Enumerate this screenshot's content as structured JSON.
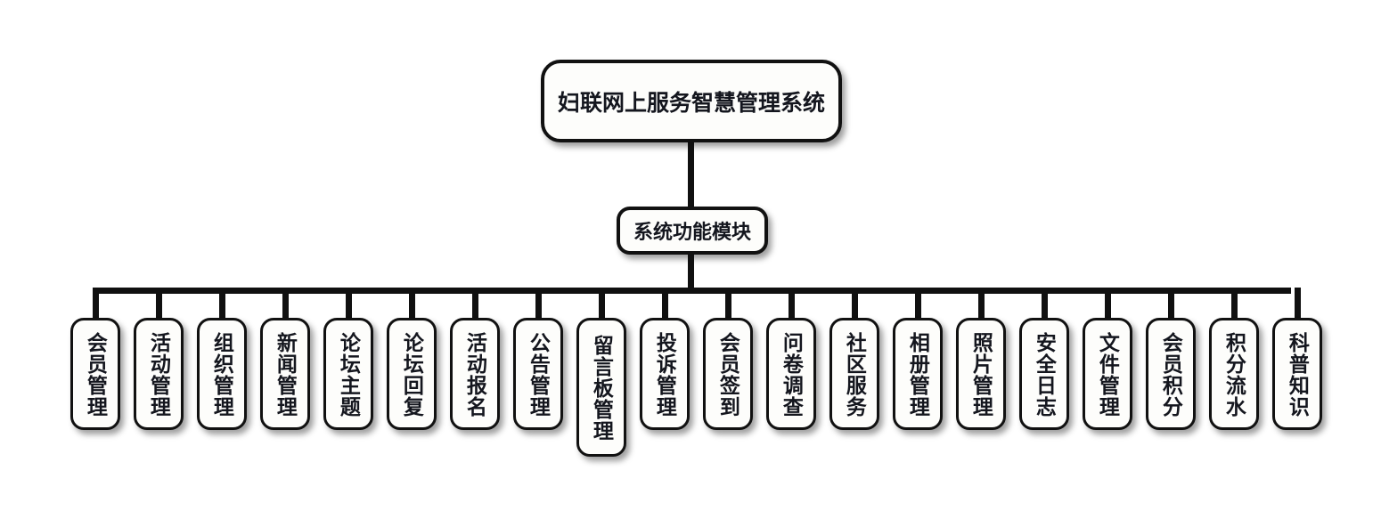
{
  "diagram": {
    "type": "org-chart",
    "background_color": "#ffffff",
    "node_fill": "#fdfdfb",
    "node_border_color": "#111111",
    "text_color": "#14161e",
    "root": {
      "label": "妇联网上服务智慧管理系统"
    },
    "level2": {
      "label": "系统功能模块"
    },
    "modules": [
      {
        "label": "会员管理",
        "chars": 4
      },
      {
        "label": "活动管理",
        "chars": 4
      },
      {
        "label": "组织管理",
        "chars": 4
      },
      {
        "label": "新闻管理",
        "chars": 4
      },
      {
        "label": "论坛主题",
        "chars": 4
      },
      {
        "label": "论坛回复",
        "chars": 4
      },
      {
        "label": "活动报名",
        "chars": 4
      },
      {
        "label": "公告管理",
        "chars": 4
      },
      {
        "label": "留言板管理",
        "chars": 5
      },
      {
        "label": "投诉管理",
        "chars": 4
      },
      {
        "label": "会员签到",
        "chars": 4
      },
      {
        "label": "问卷调查",
        "chars": 4
      },
      {
        "label": "社区服务",
        "chars": 4
      },
      {
        "label": "相册管理",
        "chars": 4
      },
      {
        "label": "照片管理",
        "chars": 4
      },
      {
        "label": "安全日志",
        "chars": 4
      },
      {
        "label": "文件管理",
        "chars": 4
      },
      {
        "label": "会员积分",
        "chars": 4
      },
      {
        "label": "积分流水",
        "chars": 4
      },
      {
        "label": "科普知识",
        "chars": 4
      }
    ]
  }
}
